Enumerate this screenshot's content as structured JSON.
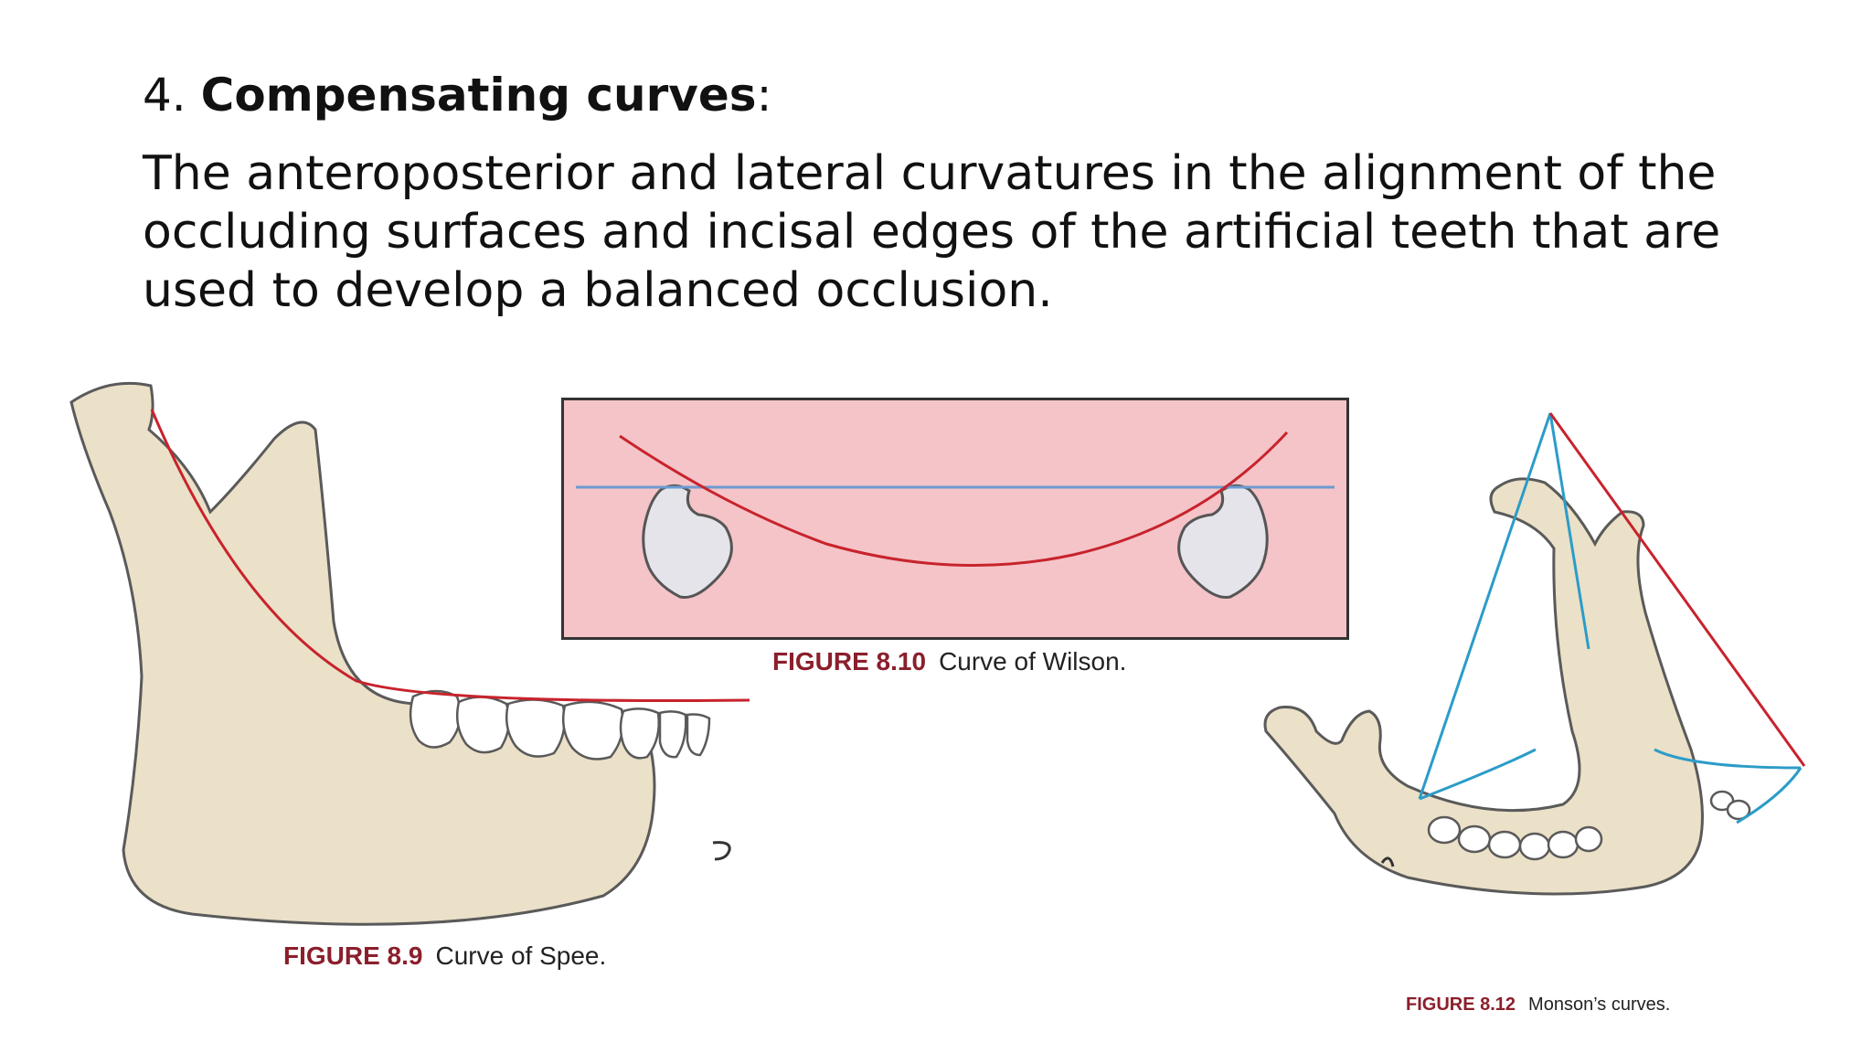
{
  "heading": {
    "number": "4.",
    "title": "Compensating curves",
    "colon": ":"
  },
  "body": "The anteroposterior and lateral curvatures in the alignment of the occluding surfaces and incisal edges of the artificial teeth that are used to develop a balanced occlusion.",
  "figures": [
    {
      "number": "FIGURE 8.9",
      "caption": "Curve of Spee."
    },
    {
      "number": "FIGURE 8.10",
      "caption": "Curve of Wilson."
    },
    {
      "number": "FIGURE 8.12",
      "caption": "Monson’s curves."
    }
  ],
  "colors": {
    "bone": "#ebe0c8",
    "outline": "#5a5a5a",
    "curve_red": "#c8232c",
    "curve_blue": "#2b9cc8",
    "wilson_bg": "#f4c4c8",
    "caption_number": "#8b1f2c"
  }
}
